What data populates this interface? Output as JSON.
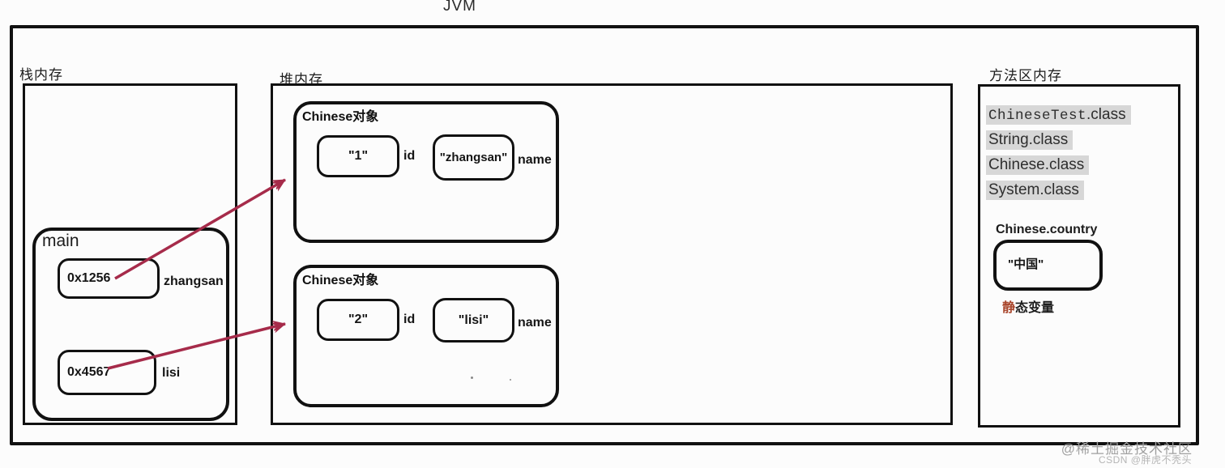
{
  "title": "JVM",
  "stack": {
    "label": "栈内存",
    "frame": {
      "label": "main",
      "vars": [
        {
          "value": "0x1256",
          "name": "zhangsan"
        },
        {
          "value": "0x4567",
          "name": "lisi"
        }
      ]
    }
  },
  "heap": {
    "label": "堆内存",
    "objects": [
      {
        "title": "Chinese对象",
        "fields": [
          {
            "value": "\"1\"",
            "name": "id"
          },
          {
            "value": "\"zhangsan\"",
            "name": "name"
          }
        ]
      },
      {
        "title": "Chinese对象",
        "fields": [
          {
            "value": "\"2\"",
            "name": "id"
          },
          {
            "value": "\"lisi\"",
            "name": "name"
          }
        ]
      }
    ]
  },
  "method_area": {
    "label": "方法区内存",
    "classes": [
      {
        "mono": "ChineseTest",
        "rest": ".class"
      },
      {
        "mono": "",
        "rest": "String.class"
      },
      {
        "mono": "",
        "rest": "Chinese.class"
      },
      {
        "mono": "",
        "rest": "System.class"
      }
    ],
    "static_field": {
      "title": "Chinese.country",
      "value": "\"中国\"",
      "caption_first": "静",
      "caption_rest": "态变量"
    }
  },
  "watermark": {
    "line1": "@稀土掘金技术社区",
    "line2": "CSDN @胖虎不秃头"
  },
  "colors": {
    "arrow": "#a62b4a",
    "highlight": "#d7d7d7",
    "border": "#111111"
  }
}
